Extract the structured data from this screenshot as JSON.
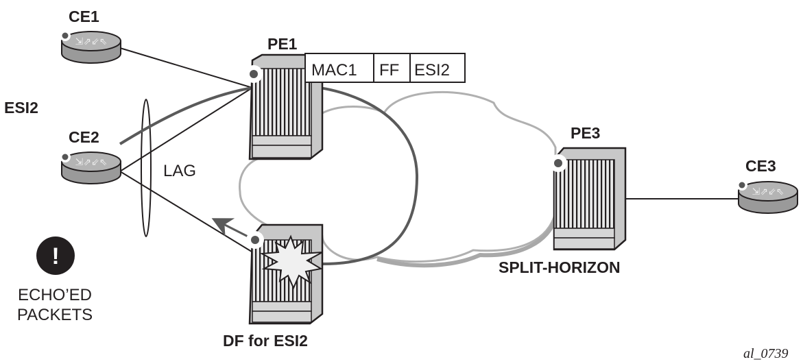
{
  "diagram": {
    "nodes": {
      "ce1": {
        "label": "CE1",
        "type": "router"
      },
      "ce2": {
        "label": "CE2",
        "type": "router"
      },
      "ce3": {
        "label": "CE3",
        "type": "router"
      },
      "pe1": {
        "label": "PE1",
        "type": "switch"
      },
      "pe2": {
        "label": "DF for ESI2",
        "type": "switch"
      },
      "pe3": {
        "label": "PE3",
        "type": "switch"
      }
    },
    "mac_table": {
      "cells": [
        "MAC1",
        "FF",
        "ESI2"
      ]
    },
    "labels": {
      "esi": "ESI2",
      "lag": "LAG",
      "split_horizon": "SPLIT-HORIZON",
      "warning_line1": "ECHO’ED",
      "warning_line2": "PACKETS",
      "warning_glyph": "!",
      "figure_id": "al_0739"
    },
    "colors": {
      "ink": "#231f20",
      "device_fill": "#c8c8c8",
      "router_fill": "#9a9a9a",
      "cloud_stroke": "#b0b0b0",
      "flow_stroke": "#5a5a5a",
      "port_dot": "#555555",
      "burst_fill": "#f0f0f0"
    }
  }
}
